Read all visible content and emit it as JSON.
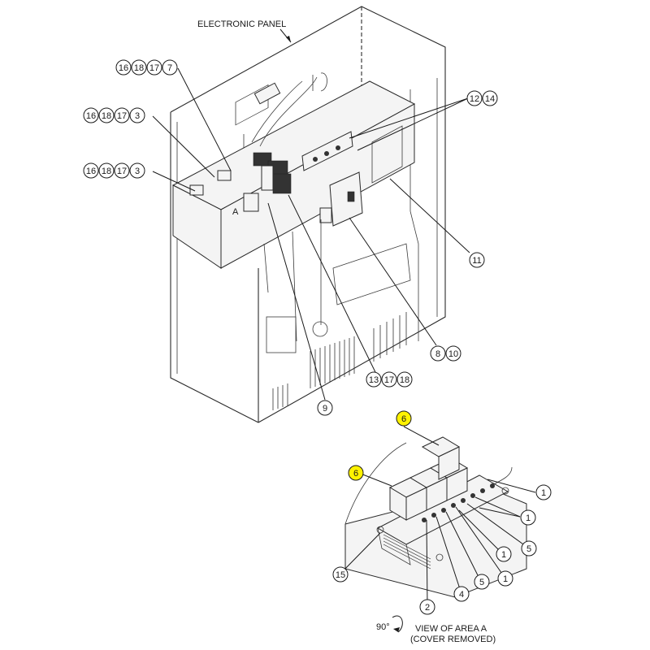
{
  "title": "ELECTRONIC PANEL",
  "area_label": "A",
  "rotation_text": "90°",
  "view_caption": [
    "VIEW OF AREA A",
    "(COVER REMOVED)"
  ],
  "highlight_color": "#fff200",
  "callouts": [
    {
      "id": "g7",
      "nums": [
        "16",
        "18",
        "17",
        "7"
      ]
    },
    {
      "id": "g3a",
      "nums": [
        "16",
        "18",
        "17",
        "3"
      ]
    },
    {
      "id": "g3b",
      "nums": [
        "16",
        "18",
        "17",
        "3"
      ]
    },
    {
      "id": "g12",
      "nums": [
        "12",
        "14"
      ]
    },
    {
      "id": "g11",
      "nums": [
        "11"
      ]
    },
    {
      "id": "g8",
      "nums": [
        "8",
        "10"
      ]
    },
    {
      "id": "g13",
      "nums": [
        "13",
        "17",
        "18"
      ]
    },
    {
      "id": "g9",
      "nums": [
        "9"
      ]
    },
    {
      "id": "g6a",
      "nums": [
        "6"
      ],
      "highlight": true
    },
    {
      "id": "g6b",
      "nums": [
        "6"
      ],
      "highlight": true
    },
    {
      "id": "d1a",
      "nums": [
        "1"
      ]
    },
    {
      "id": "d1b",
      "nums": [
        "1"
      ]
    },
    {
      "id": "d5a",
      "nums": [
        "5"
      ]
    },
    {
      "id": "d1c",
      "nums": [
        "1"
      ]
    },
    {
      "id": "d15",
      "nums": [
        "15"
      ]
    },
    {
      "id": "d2",
      "nums": [
        "2"
      ]
    },
    {
      "id": "d4",
      "nums": [
        "4"
      ]
    },
    {
      "id": "d5b",
      "nums": [
        "5"
      ]
    },
    {
      "id": "d1d",
      "nums": [
        "1"
      ]
    }
  ]
}
